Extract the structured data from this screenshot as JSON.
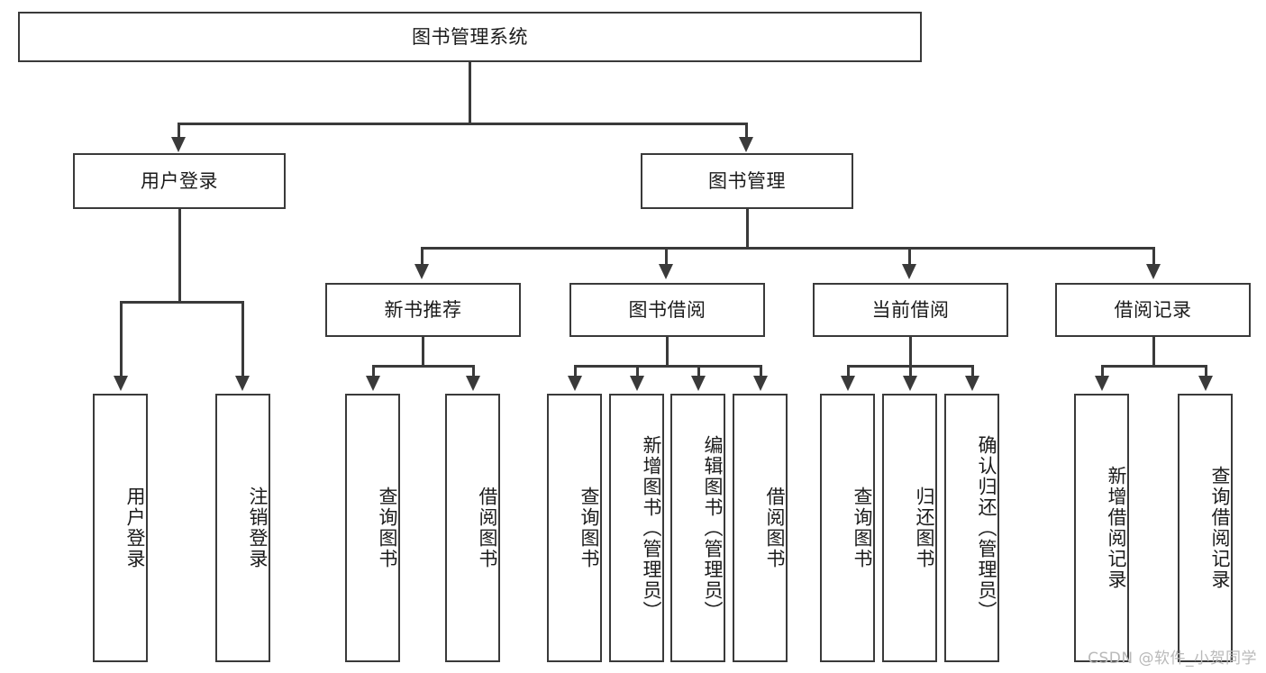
{
  "diagram": {
    "title": "图书管理系统",
    "type": "tree-hierarchy",
    "root": {
      "id": "root",
      "label": "图书管理系统"
    },
    "level2": [
      {
        "id": "user-login",
        "label": "用户登录"
      },
      {
        "id": "book-management",
        "label": "图书管理"
      }
    ],
    "level3": [
      {
        "id": "new-book-recommend",
        "label": "新书推荐",
        "parent": "book-management"
      },
      {
        "id": "book-borrow",
        "label": "图书借阅",
        "parent": "book-management"
      },
      {
        "id": "current-borrow",
        "label": "当前借阅",
        "parent": "book-management"
      },
      {
        "id": "borrow-record",
        "label": "借阅记录",
        "parent": "book-management"
      }
    ],
    "leaves": {
      "user_login": [
        {
          "id": "leaf-user-login",
          "label": "用户登录"
        },
        {
          "id": "leaf-logout-login",
          "label": "注销登录"
        }
      ],
      "new_book_recommend": [
        {
          "id": "leaf-query-book-1",
          "label": "查询图书"
        },
        {
          "id": "leaf-borrow-book-1",
          "label": "借阅图书"
        }
      ],
      "book_borrow": [
        {
          "id": "leaf-query-book-2",
          "label": "查询图书"
        },
        {
          "id": "leaf-add-book",
          "label": "新增图书（管理员）"
        },
        {
          "id": "leaf-edit-book",
          "label": "编辑图书（管理员）"
        },
        {
          "id": "leaf-borrow-book-2",
          "label": "借阅图书"
        }
      ],
      "current_borrow": [
        {
          "id": "leaf-query-book-3",
          "label": "查询图书"
        },
        {
          "id": "leaf-return-book",
          "label": "归还图书"
        },
        {
          "id": "leaf-confirm-return",
          "label": "确认归还（管理员）"
        }
      ],
      "borrow_record": [
        {
          "id": "leaf-add-record",
          "label": "新增借阅记录"
        },
        {
          "id": "leaf-query-record",
          "label": "查询借阅记录"
        }
      ]
    }
  },
  "watermark": {
    "text": "CSDN @软件_小贺同学"
  },
  "colors": {
    "stroke": "#3a3a3a",
    "text": "#1b1b1b",
    "background": "#ffffff",
    "watermark": "#b9b9b9"
  }
}
